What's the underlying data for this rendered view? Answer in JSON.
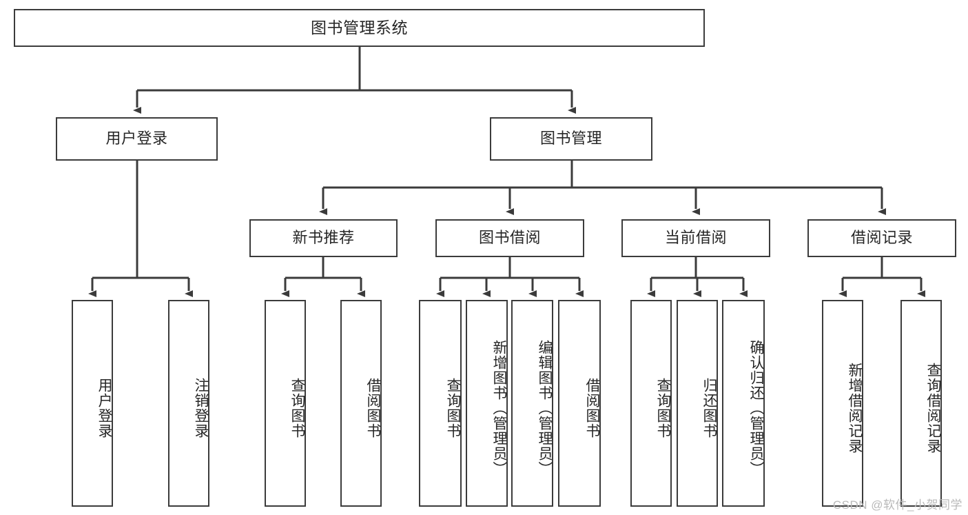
{
  "diagram": {
    "title": "图书管理系统",
    "type": "tree",
    "root": {
      "id": "root",
      "label": "图书管理系统",
      "orientation": "horizontal"
    },
    "level2": [
      {
        "id": "user-login",
        "label": "用户登录",
        "orientation": "horizontal"
      },
      {
        "id": "book-management",
        "label": "图书管理",
        "orientation": "horizontal"
      }
    ],
    "level3": [
      {
        "id": "new-book-recommend",
        "label": "新书推荐",
        "orientation": "horizontal",
        "parent": "book-management"
      },
      {
        "id": "book-borrow",
        "label": "图书借阅",
        "orientation": "horizontal",
        "parent": "book-management"
      },
      {
        "id": "current-borrow",
        "label": "当前借阅",
        "orientation": "horizontal",
        "parent": "book-management"
      },
      {
        "id": "borrow-record",
        "label": "借阅记录",
        "orientation": "horizontal",
        "parent": "book-management"
      }
    ],
    "leaves": [
      {
        "id": "leaf-user-login",
        "label": "用户登录",
        "parent": "user-login",
        "orientation": "vertical"
      },
      {
        "id": "leaf-user-logout",
        "label": "注销登录",
        "parent": "user-login",
        "orientation": "vertical"
      },
      {
        "id": "leaf-query-book-1",
        "label": "查询图书",
        "parent": "new-book-recommend",
        "orientation": "vertical"
      },
      {
        "id": "leaf-borrow-book-1",
        "label": "借阅图书",
        "parent": "new-book-recommend",
        "orientation": "vertical"
      },
      {
        "id": "leaf-query-book-2",
        "label": "查询图书",
        "parent": "book-borrow",
        "orientation": "vertical"
      },
      {
        "id": "leaf-add-book",
        "label": "新增图书（管理员）",
        "parent": "book-borrow",
        "orientation": "vertical"
      },
      {
        "id": "leaf-edit-book",
        "label": "编辑图书（管理员）",
        "parent": "book-borrow",
        "orientation": "vertical"
      },
      {
        "id": "leaf-borrow-book-2",
        "label": "借阅图书",
        "parent": "book-borrow",
        "orientation": "vertical"
      },
      {
        "id": "leaf-query-book-3",
        "label": "查询图书",
        "parent": "current-borrow",
        "orientation": "vertical"
      },
      {
        "id": "leaf-return-book",
        "label": "归还图书",
        "parent": "current-borrow",
        "orientation": "vertical"
      },
      {
        "id": "leaf-confirm-return",
        "label": "确认归还（管理员）",
        "parent": "current-borrow",
        "orientation": "vertical"
      },
      {
        "id": "leaf-add-record",
        "label": "新增借阅记录",
        "parent": "borrow-record",
        "orientation": "vertical"
      },
      {
        "id": "leaf-query-record",
        "label": "查询借阅记录",
        "parent": "borrow-record",
        "orientation": "vertical"
      }
    ],
    "colors": {
      "stroke": "#3b3b3b",
      "fill": "#ffffff",
      "text": "#262626",
      "watermark": "#b9b9b9"
    }
  },
  "watermark": {
    "text": "CSDN @软件_小贺同学"
  }
}
